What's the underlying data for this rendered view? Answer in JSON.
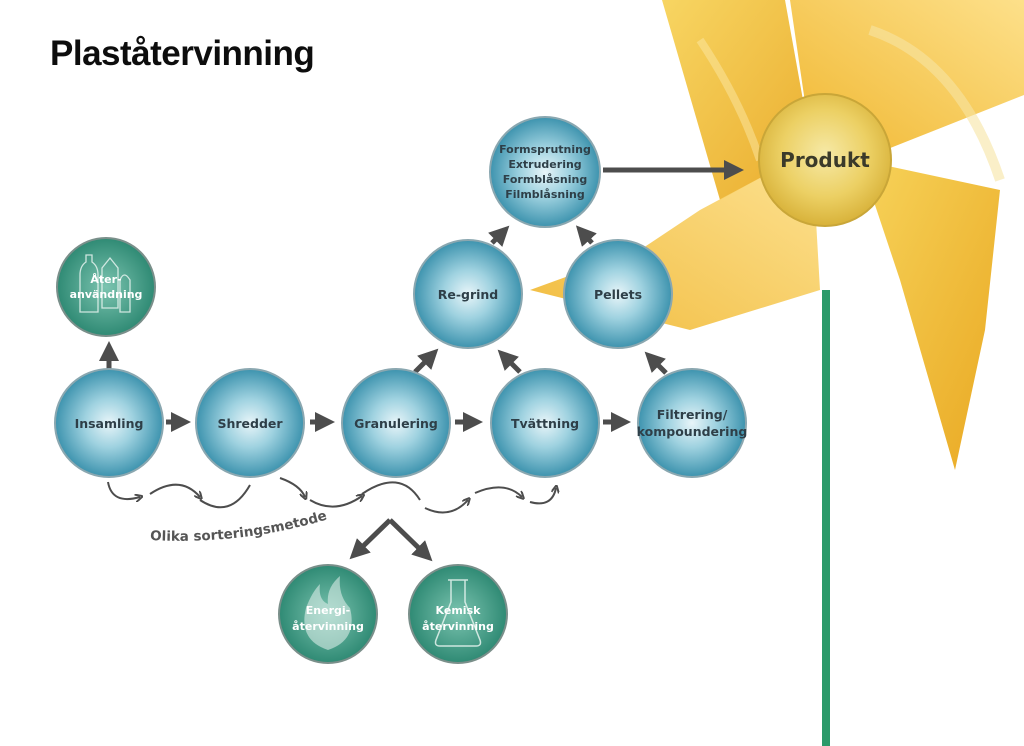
{
  "title": "Plaståtervinning",
  "colors": {
    "blue_node": "#4aa3bd",
    "green_node": "#3f9b86",
    "product": "#e7c84a",
    "pinwheel": "#f2c33b",
    "stem": "#2b9a6a",
    "arrow": "#4d4d4d"
  },
  "nodes": {
    "insamling": "Insamling",
    "shredder": "Shredder",
    "granulering": "Granulering",
    "tvattning": "Tvättning",
    "filtrering": [
      "Filtrering/",
      "kompoundering"
    ],
    "regrind": "Re-grind",
    "pellets": "Pellets",
    "forming": [
      "Formsprutning",
      "Extrudering",
      "Formblåsning",
      "Filmblåsning"
    ],
    "produkt": "Produkt",
    "ateranvandning": [
      "Åter-",
      "användning"
    ],
    "energi": [
      "Energi-",
      "återvinning"
    ],
    "kemisk": [
      "Kemisk",
      "återvinning"
    ]
  },
  "sorting_label": "Olika sorteringsmetoder",
  "icons": {
    "ateranvandning": "bottles-icon",
    "energi": "flame-icon",
    "kemisk": "flask-icon"
  }
}
